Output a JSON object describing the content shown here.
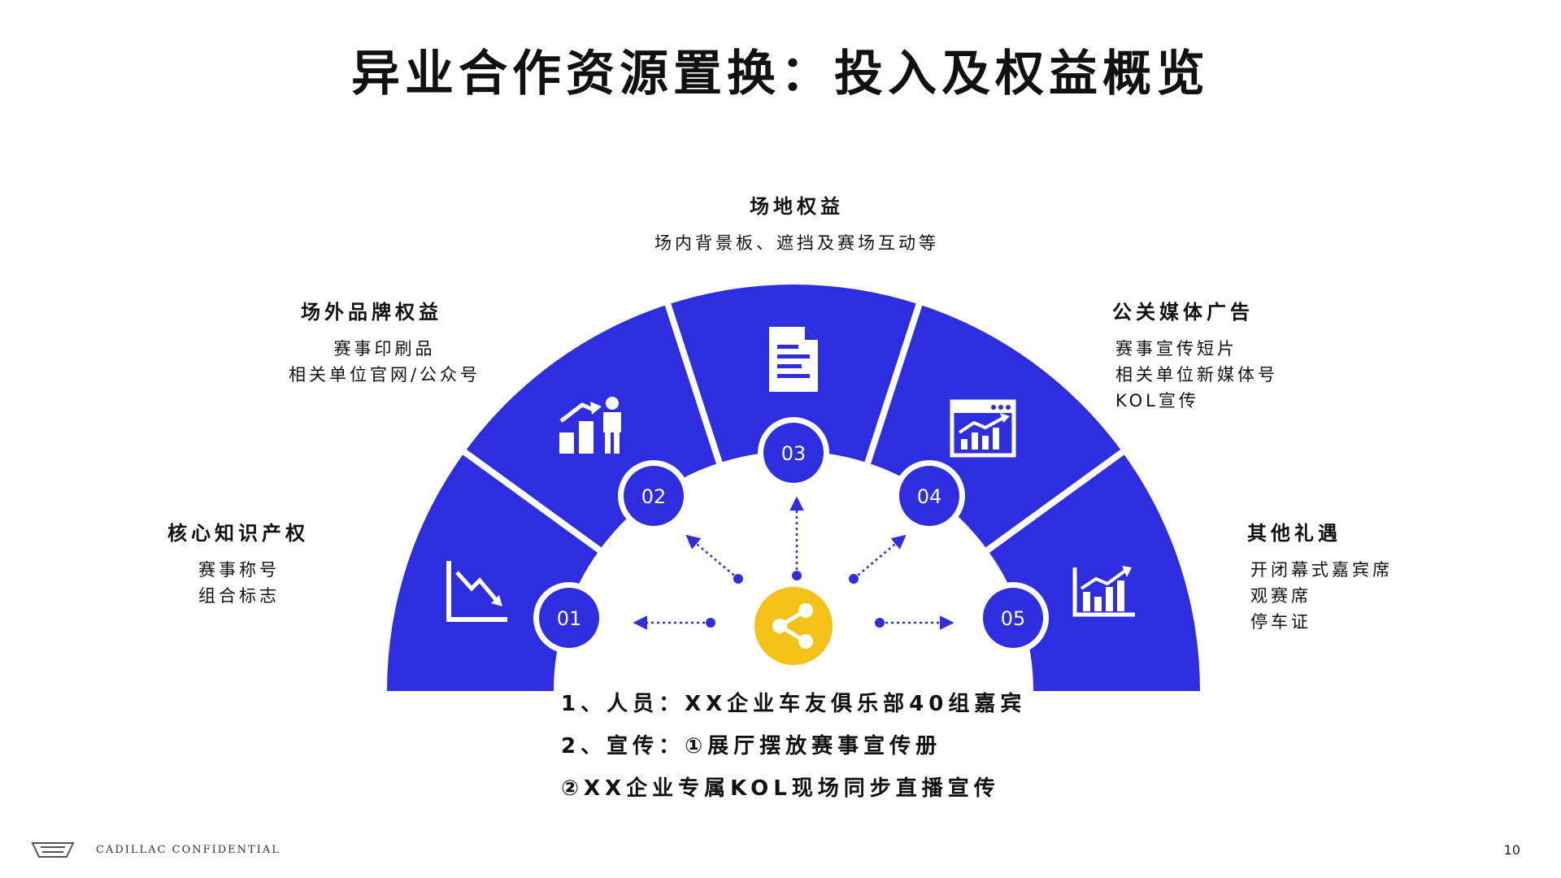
{
  "title": "异业合作资源置换：投入及权益概览",
  "segments": [
    {
      "num": "01",
      "icon": "chart-down-icon",
      "title": "核心知识产权",
      "lines": [
        "赛事称号",
        "组合标志"
      ]
    },
    {
      "num": "02",
      "icon": "growth-person-icon",
      "title": "场外品牌权益",
      "lines": [
        "赛事印刷品",
        "相关单位官网/公众号"
      ]
    },
    {
      "num": "03",
      "icon": "document-icon",
      "title": "场地权益",
      "lines": [
        "场内背景板、遮挡及赛场互动等"
      ]
    },
    {
      "num": "04",
      "icon": "web-analytics-icon",
      "title": "公关媒体广告",
      "lines": [
        "赛事宣传短片",
        "相关单位新媒体号",
        "KOL宣传"
      ]
    },
    {
      "num": "05",
      "icon": "bar-chart-up-icon",
      "title": "其他礼遇",
      "lines": [
        "开闭幕式嘉宾席",
        "观赛席",
        "停车证"
      ]
    }
  ],
  "center_lines": [
    "1、人员：XX企业车友俱乐部40组嘉宾",
    "2、宣传：①展厅摆放赛事宣传册",
    "②XX企业专属KOL现场同步直播宣传"
  ],
  "footer": {
    "brand": "CADILLAC CONFIDENTIAL",
    "page": "10"
  },
  "colors": {
    "primary": "#2E2EE0",
    "accent": "#F5C218",
    "text": "#111111"
  }
}
